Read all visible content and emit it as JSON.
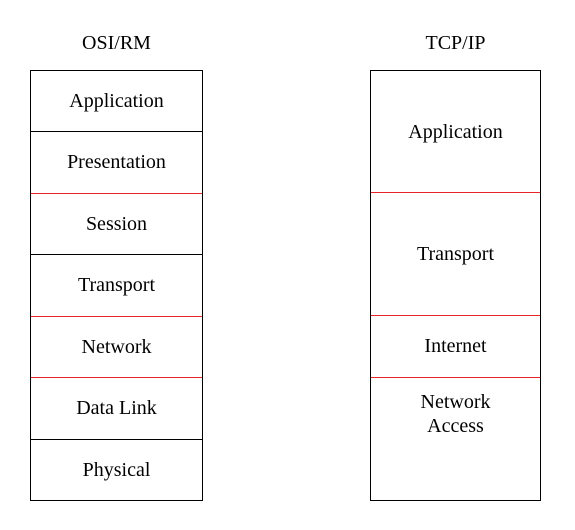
{
  "osi": {
    "title": "OSI/RM",
    "layers": [
      "Application",
      "Presentation",
      "Session",
      "Transport",
      "Network",
      "Data Link",
      "Physical"
    ]
  },
  "tcpip": {
    "title": "TCP/IP",
    "layers": [
      "Application",
      "Transport",
      "Internet",
      "Network Access"
    ]
  },
  "colors": {
    "separator_red": "#e8262a",
    "border_black": "#000000"
  }
}
